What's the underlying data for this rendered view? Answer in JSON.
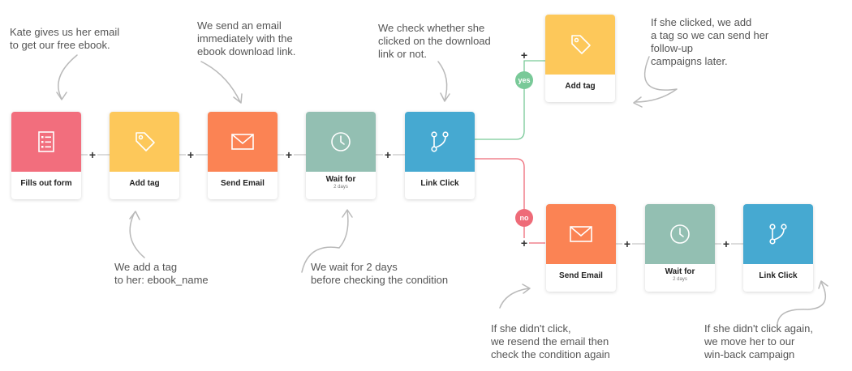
{
  "colors": {
    "form": "#f26e7d",
    "tag": "#fdc85a",
    "email": "#fb8354",
    "wait": "#93bfb2",
    "link": "#46a9d1",
    "yes": "#79c998",
    "no": "#ee6b78",
    "connector": "#c8c8c8",
    "note_arrow": "#b9b9b9"
  },
  "nodes": {
    "fills_form": {
      "label": "Fills out form",
      "icon": "form-icon"
    },
    "add_tag_1": {
      "label": "Add tag",
      "icon": "tag-icon"
    },
    "send_email_1": {
      "label": "Send Email",
      "icon": "envelope-icon"
    },
    "wait_1": {
      "label": "Wait for",
      "sub": "2 days",
      "icon": "clock-icon"
    },
    "link_click_1": {
      "label": "Link Click",
      "icon": "branch-icon"
    },
    "add_tag_yes": {
      "label": "Add tag",
      "icon": "tag-icon"
    },
    "send_email_2": {
      "label": "Send Email",
      "icon": "envelope-icon"
    },
    "wait_2": {
      "label": "Wait for",
      "sub": "2 days",
      "icon": "clock-icon"
    },
    "link_click_2": {
      "label": "Link Click",
      "icon": "branch-icon"
    }
  },
  "branches": {
    "yes": "yes",
    "no": "no"
  },
  "plus_symbol": "+",
  "notes": {
    "kate": "Kate gives us her email\nto get our free ebook.",
    "send": "We send an email\nimmediately with the\nebook download link.",
    "check": "We check whether she\nclicked on the download\nlink or not.",
    "clicked": "If she clicked, we add\na tag so we can send her\nfollow-up\ncampaigns later.",
    "tag": "We add a tag\nto her: ebook_name",
    "wait": "We wait for 2 days\nbefore checking the condition",
    "not_clicked": "If she didn't click,\nwe resend the email then\ncheck the condition again",
    "not_again": "If she didn't click again,\nwe move her to our\nwin-back campaign"
  }
}
